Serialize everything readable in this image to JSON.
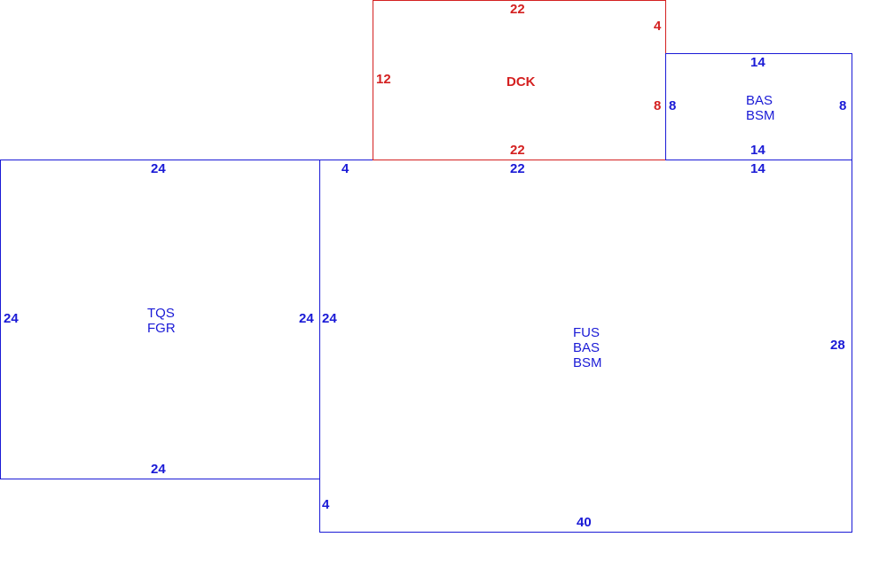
{
  "colors": {
    "primary": "#1a1ad6",
    "deck": "#d42020"
  },
  "tqs_area": {
    "codes": [
      "TQS",
      "FGR"
    ],
    "dims": {
      "top": "24",
      "bottom": "24",
      "left": "24",
      "right": "24"
    }
  },
  "main_area": {
    "codes": [
      "FUS",
      "BAS",
      "BSM"
    ],
    "dims": {
      "top_a": "4",
      "top_b": "22",
      "top_c": "14",
      "left_upper": "24",
      "left_lower": "4",
      "right": "28",
      "bottom": "40"
    }
  },
  "dck_area": {
    "codes": [
      "DCK"
    ],
    "dims": {
      "top": "22",
      "bottom": "22",
      "left": "12",
      "right_upper": "4",
      "right_lower": "8"
    }
  },
  "bas_area": {
    "codes": [
      "BAS",
      "BSM"
    ],
    "dims": {
      "top": "14",
      "bottom": "14",
      "left": "8",
      "right": "8"
    }
  }
}
